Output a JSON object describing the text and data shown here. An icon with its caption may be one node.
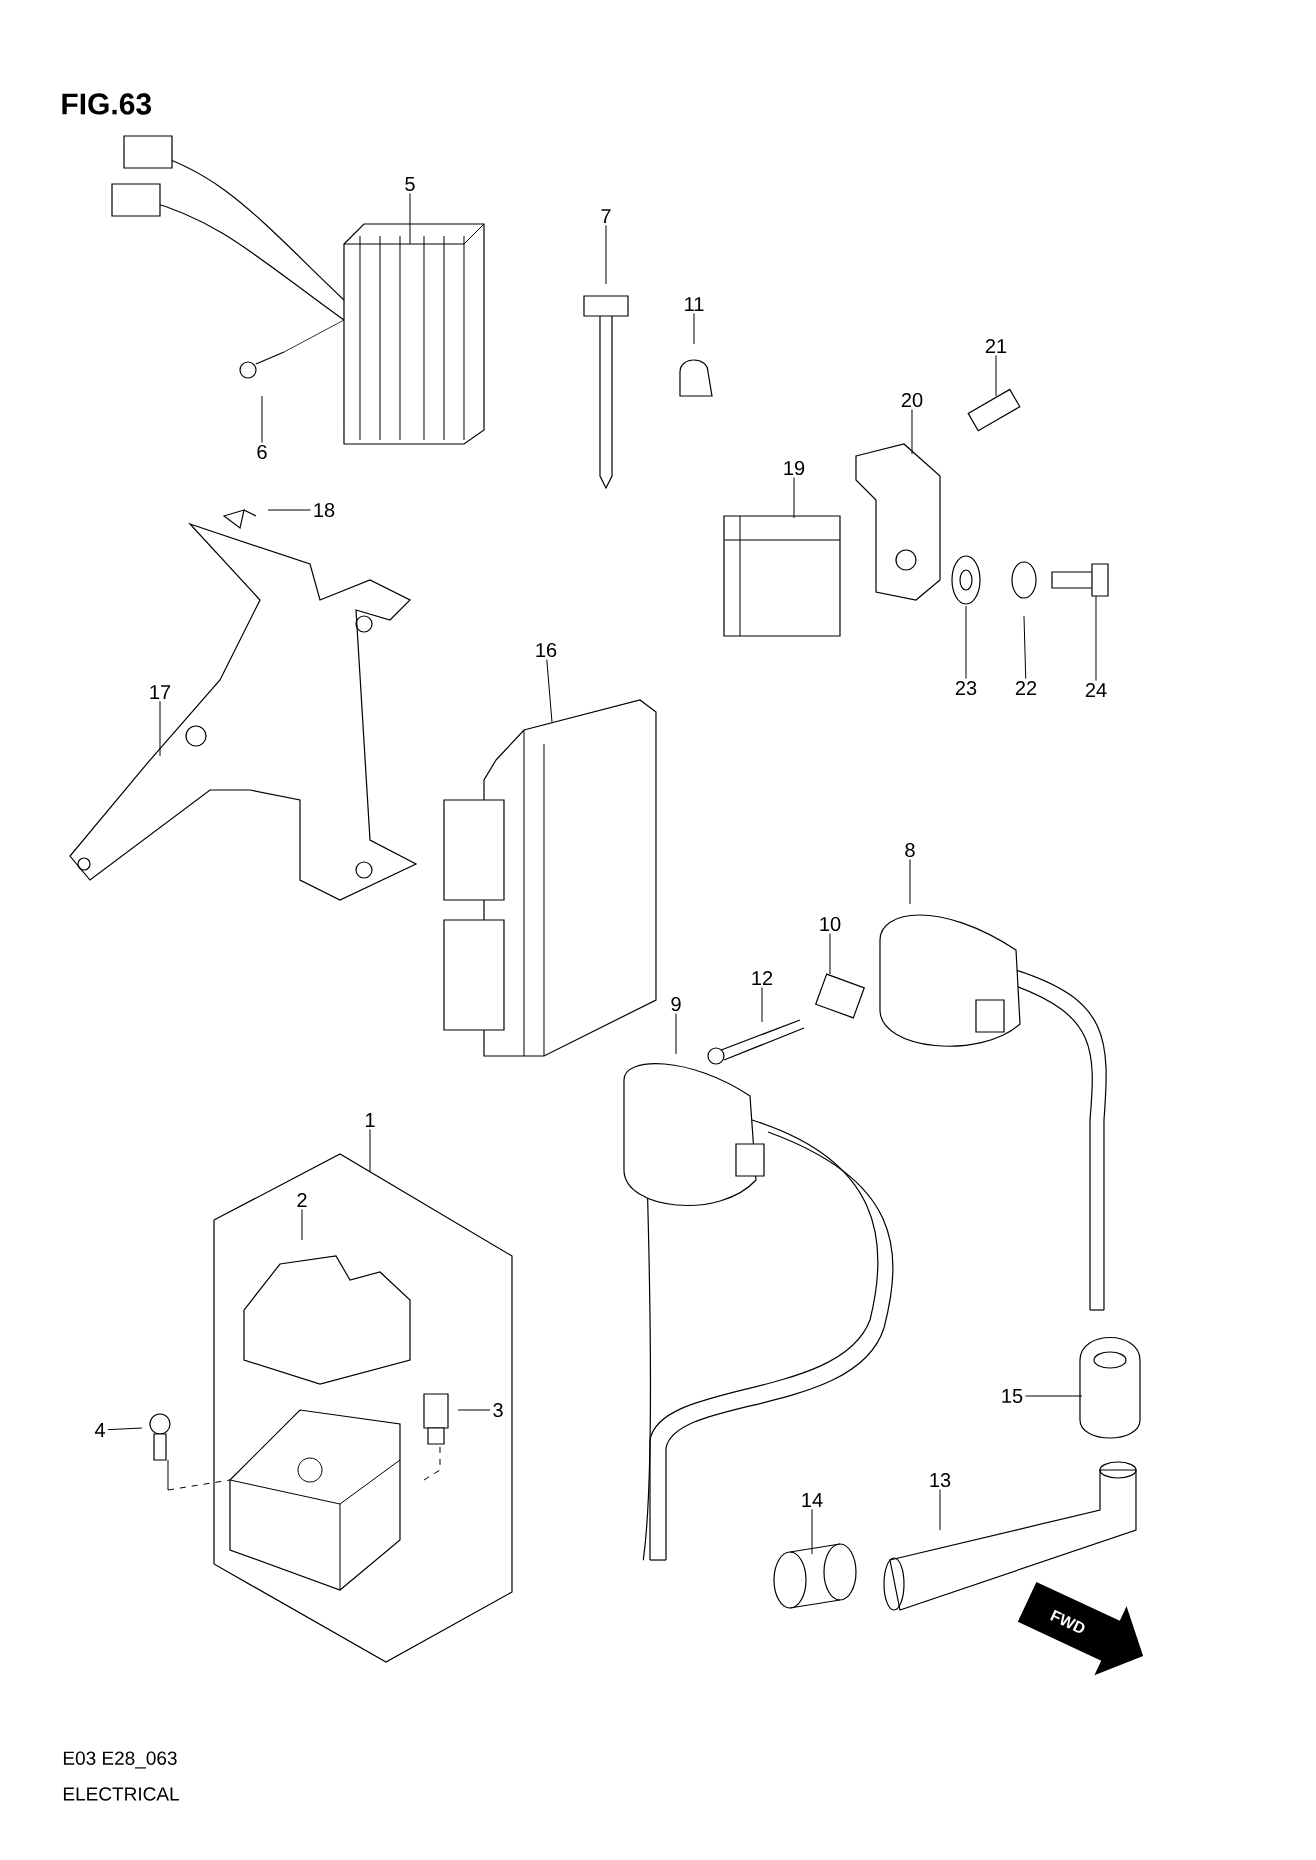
{
  "diagram": {
    "title": "FIG.63",
    "nodes": [
      {
        "text": [
          "5"
        ]
      },
      {
        "text": [
          "7"
        ]
      },
      {
        "text": [
          "11"
        ]
      },
      {
        "text": [
          "21"
        ]
      },
      {
        "text": [
          "20"
        ]
      },
      {
        "text": [
          "6"
        ]
      },
      {
        "text": [
          "19"
        ]
      },
      {
        "text": [
          "18"
        ]
      },
      {
        "text": [
          "16"
        ]
      },
      {
        "text": [
          "17"
        ]
      },
      {
        "text": [
          "23"
        ]
      },
      {
        "text": [
          "22"
        ]
      },
      {
        "text": [
          "24"
        ]
      },
      {
        "text": [
          "8"
        ]
      },
      {
        "text": [
          "10"
        ]
      },
      {
        "text": [
          "12"
        ]
      },
      {
        "text": [
          "9"
        ]
      },
      {
        "text": [
          "1"
        ]
      },
      {
        "text": [
          "2"
        ]
      },
      {
        "text": [
          "3"
        ]
      },
      {
        "text": [
          "4"
        ]
      },
      {
        "text": [
          "15"
        ]
      },
      {
        "text": [
          "13"
        ]
      },
      {
        "text": [
          "14"
        ]
      }
    ],
    "edges": [
      {
        "from": 0,
        "to": null,
        "arrow": "none"
      },
      {
        "from": 1,
        "to": null,
        "arrow": "none"
      },
      {
        "from": 2,
        "to": null,
        "arrow": "none"
      },
      {
        "from": 3,
        "to": null,
        "arrow": "none"
      },
      {
        "from": 4,
        "to": null,
        "arrow": "none"
      },
      {
        "from": 5,
        "to": null,
        "arrow": "none"
      },
      {
        "from": 6,
        "to": null,
        "arrow": "none"
      },
      {
        "from": 7,
        "to": null,
        "arrow": "none"
      },
      {
        "from": 8,
        "to": null,
        "arrow": "none"
      },
      {
        "from": 9,
        "to": null,
        "arrow": "none"
      },
      {
        "from": 10,
        "to": null,
        "arrow": "none"
      },
      {
        "from": 11,
        "to": null,
        "arrow": "none"
      },
      {
        "from": 12,
        "to": null,
        "arrow": "none"
      },
      {
        "from": 13,
        "to": null,
        "arrow": "none"
      },
      {
        "from": 14,
        "to": null,
        "arrow": "none"
      },
      {
        "from": 15,
        "to": null,
        "arrow": "none"
      },
      {
        "from": 16,
        "to": null,
        "arrow": "none"
      },
      {
        "from": 17,
        "to": null,
        "arrow": "none"
      },
      {
        "from": 18,
        "to": null,
        "arrow": "none"
      },
      {
        "from": 19,
        "to": null,
        "arrow": "none"
      },
      {
        "from": 20,
        "to": null,
        "arrow": "none"
      },
      {
        "from": 21,
        "to": null,
        "arrow": "none"
      },
      {
        "from": 22,
        "to": null,
        "arrow": "none"
      },
      {
        "from": 23,
        "to": null,
        "arrow": "none"
      }
    ],
    "labels": [
      "FWD",
      "E03 E28_063",
      "ELECTRICAL"
    ]
  }
}
